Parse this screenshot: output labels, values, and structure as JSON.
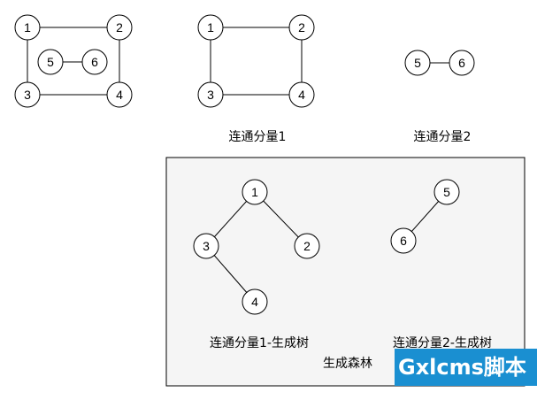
{
  "colors": {
    "node_stroke": "#000000",
    "panel_fill": "#f5f5f5",
    "panel_stroke": "#000000",
    "watermark_bg": "#1a8fd1"
  },
  "graphs": {
    "original": {
      "nodes": [
        "1",
        "2",
        "3",
        "4",
        "5",
        "6"
      ]
    },
    "component1": {
      "nodes": [
        "1",
        "2",
        "3",
        "4"
      ],
      "caption": "连通分量1"
    },
    "component2": {
      "nodes": [
        "5",
        "6"
      ],
      "caption": "连通分量2"
    }
  },
  "forest": {
    "title": "生成森林",
    "tree1": {
      "nodes": [
        "1",
        "2",
        "3",
        "4"
      ],
      "caption": "连通分量1-生成树"
    },
    "tree2": {
      "nodes": [
        "5",
        "6"
      ],
      "caption": "连通分量2-生成树"
    }
  },
  "watermark": {
    "text": "Gxlcms脚本"
  }
}
